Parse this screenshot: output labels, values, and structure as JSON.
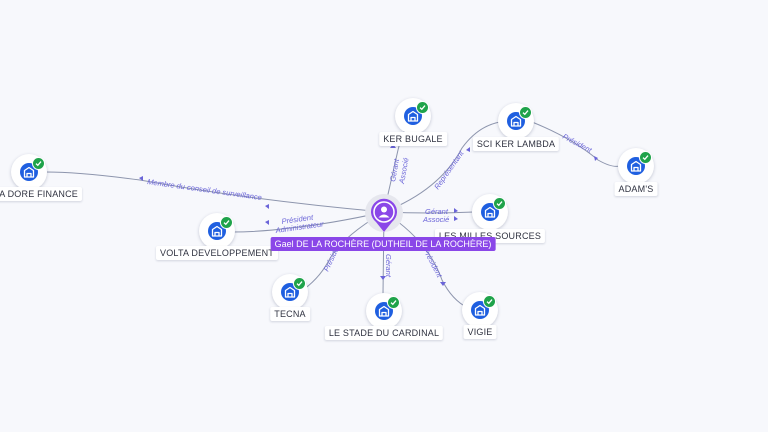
{
  "center": {
    "label": "Gael DE LA ROCHÈRE (DUTHEIL DE LA ROCHÈRE)",
    "icon": "person-pin-icon",
    "color": "#8a47e8"
  },
  "companies": [
    {
      "id": "ker-bugale",
      "label": "KER BUGALE",
      "icon": "company-building-icon",
      "verified": true
    },
    {
      "id": "sci-ker-lambda",
      "label": "SCI KER LAMBDA",
      "icon": "company-building-icon",
      "verified": true
    },
    {
      "id": "adams",
      "label": "ADAM'S",
      "icon": "company-building-icon",
      "verified": true
    },
    {
      "id": "la-dore-finance",
      "label": "LA DORE FINANCE",
      "icon": "company-building-icon",
      "verified": true
    },
    {
      "id": "volta-developpement",
      "label": "VOLTA DEVELOPPEMENT",
      "icon": "company-building-icon",
      "verified": true
    },
    {
      "id": "les-milles-sources",
      "label": "LES MILLES SOURCES",
      "icon": "company-building-icon",
      "verified": true
    },
    {
      "id": "tecna",
      "label": "TECNA",
      "icon": "company-building-icon",
      "verified": true
    },
    {
      "id": "le-stade-du-cardinal",
      "label": "LE STADE DU CARDINAL",
      "icon": "company-building-icon",
      "verified": true
    },
    {
      "id": "vigie",
      "label": "VIGIE",
      "icon": "company-building-icon",
      "verified": true
    }
  ],
  "relations": [
    {
      "from": "center",
      "to": "ker-bugale",
      "roles": [
        "Gérant",
        "Associé"
      ]
    },
    {
      "from": "center",
      "to": "sci-ker-lambda",
      "roles": [
        "Représentant"
      ]
    },
    {
      "from": "sci-ker-lambda",
      "to": "adams",
      "roles": [
        "Président"
      ]
    },
    {
      "from": "center",
      "to": "la-dore-finance",
      "roles": [
        "Membre du conseil de surveillance"
      ]
    },
    {
      "from": "center",
      "to": "volta-developpement",
      "roles": [
        "Président",
        "Administrateur"
      ]
    },
    {
      "from": "center",
      "to": "les-milles-sources",
      "roles": [
        "Gérant",
        "Associé"
      ]
    },
    {
      "from": "center",
      "to": "tecna",
      "roles": [
        "Président"
      ]
    },
    {
      "from": "center",
      "to": "le-stade-du-cardinal",
      "roles": [
        "Gérant"
      ]
    },
    {
      "from": "center",
      "to": "vigie",
      "roles": [
        "Président"
      ]
    }
  ],
  "colors": {
    "company_fill": "#1f5fe0",
    "verified": "#1fa34a",
    "edge": "#8d95ad",
    "role_text": "#6a64d8",
    "background": "#f7f8fc"
  }
}
